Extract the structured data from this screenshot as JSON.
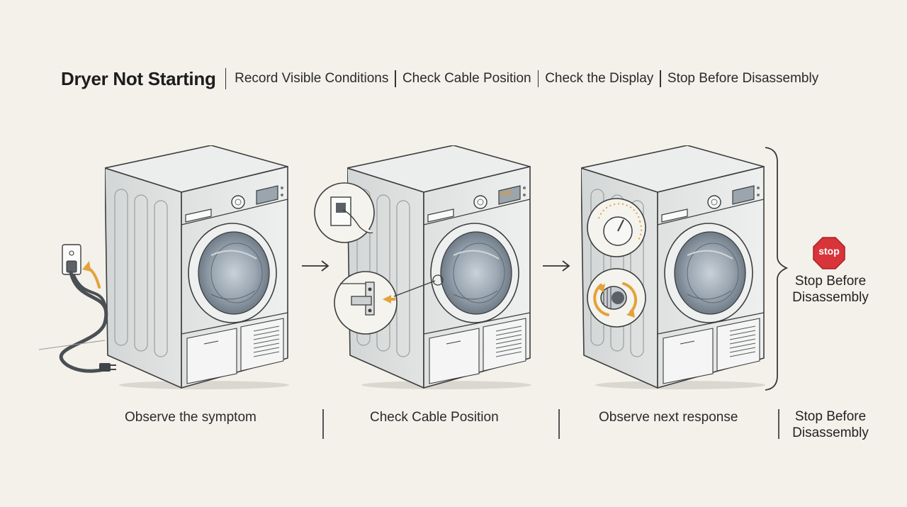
{
  "header": {
    "title": "Dryer Not Starting",
    "steps": [
      "Record Visible Conditions",
      "Check Cable Position",
      "Check the Display",
      "Stop Before Disassembly"
    ]
  },
  "panels": [
    {
      "caption": "Observe the symptom"
    },
    {
      "caption": "Check Cable Position"
    },
    {
      "caption": "Observe next response"
    }
  ],
  "side": {
    "stop_sign_text": "stop",
    "label_line1": "Stop Before",
    "label_line2": "Disassembly",
    "caption_line1": "Stop Before",
    "caption_line2": "Disassembly"
  },
  "display_readout": "h01",
  "colors": {
    "background": "#f3f1ea",
    "appliance_body": "#e6e7e6",
    "outline": "#3c3d3e",
    "drum": "#8e9aa6",
    "accent_arrow": "#e3a33a",
    "stop_red": "#d8343a"
  }
}
